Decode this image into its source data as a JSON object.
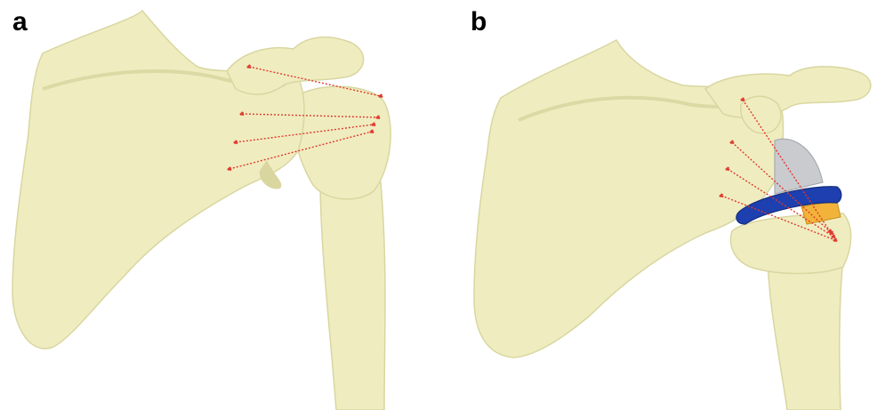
{
  "panels": [
    {
      "label": "a"
    },
    {
      "label": "b"
    }
  ],
  "colors": {
    "bone": "#EFEDC0",
    "bone_shadow": "#D9D6A0",
    "muscle_line": "#E03A2E",
    "implant_head": "#C9CBCF",
    "implant_ring": "#1E3FAF",
    "implant_insert": "#F2B33A"
  },
  "icons": [
    "scapula-shape",
    "humerus-shape",
    "muscle-line",
    "glenosphere",
    "polyethylene-ring",
    "humeral-insert"
  ]
}
